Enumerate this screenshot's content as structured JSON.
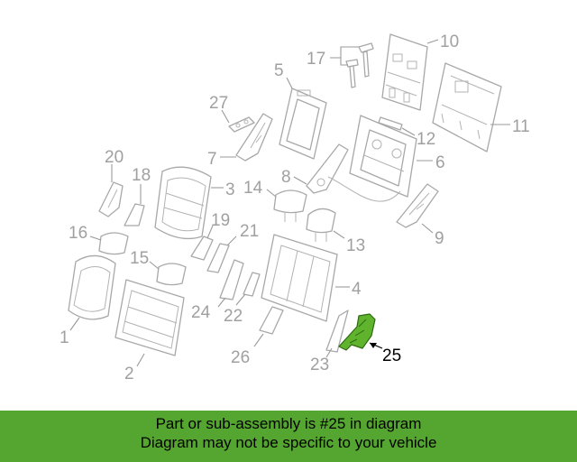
{
  "diagram": {
    "callouts": {
      "c1": "1",
      "c2": "2",
      "c3": "3",
      "c4": "4",
      "c5": "5",
      "c6": "6",
      "c7": "7",
      "c8": "8",
      "c9": "9",
      "c10": "10",
      "c11": "11",
      "c12": "12",
      "c13": "13",
      "c14": "14",
      "c15": "15",
      "c16": "16",
      "c17": "17",
      "c18": "18",
      "c19": "19",
      "c20": "20",
      "c21": "21",
      "c22": "22",
      "c23": "23",
      "c24": "24",
      "c25": "25",
      "c26": "26",
      "c27": "27"
    },
    "highlighted_part": "25",
    "colors": {
      "highlight_fill": "#5fb32d",
      "banner_background": "#55a630",
      "line_art": "#a8a8a8"
    }
  },
  "banner": {
    "line1": "Part or sub-assembly is #25 in diagram",
    "line2": "Diagram may not be specific to your vehicle"
  }
}
